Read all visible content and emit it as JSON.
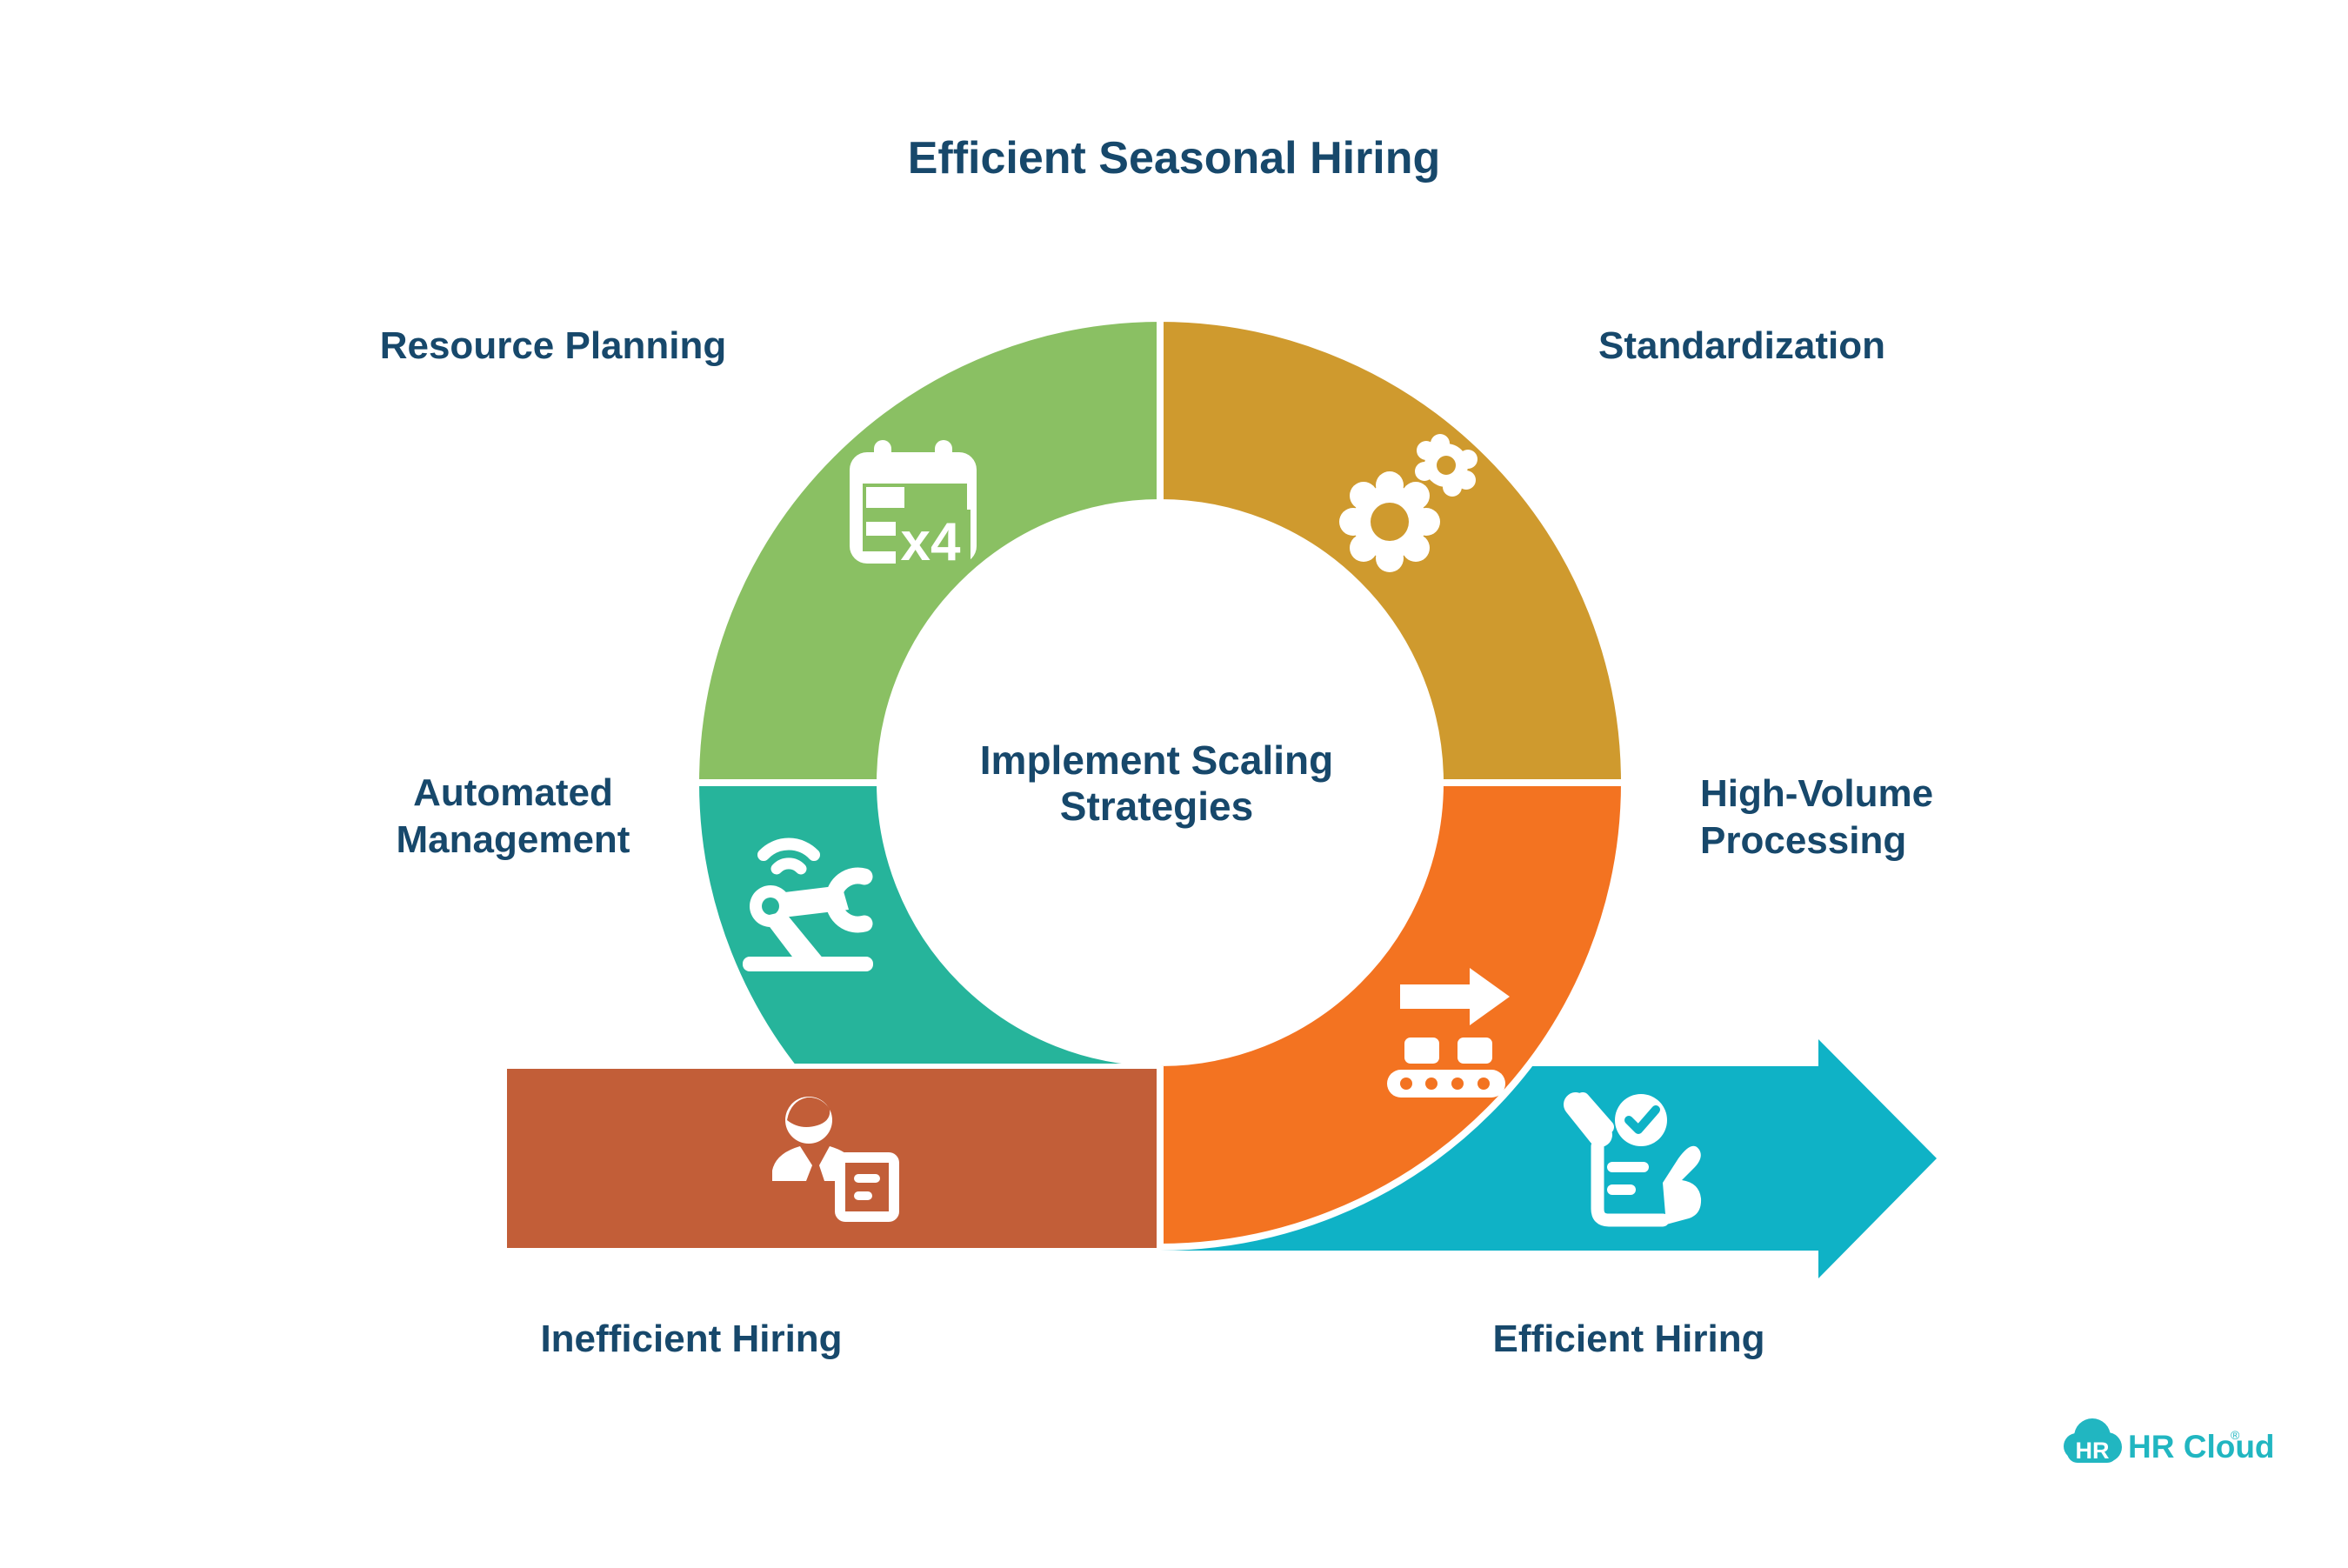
{
  "title": "Efficient Seasonal Hiring",
  "center_label": "Implement Scaling Strategies",
  "colors": {
    "navy": "#17486B",
    "background": "#FFFFFF",
    "divider": "#FFFFFF"
  },
  "segments": [
    {
      "label": "Resource Planning",
      "color": "#8AC063",
      "icon": "calendar-x4-icon",
      "icon_text": "x4"
    },
    {
      "label": "Standardization",
      "color": "#CF9A2E",
      "icon": "gears-icon"
    },
    {
      "label": "Automated Management",
      "color": "#26B49B",
      "icon": "robot-arm-icon"
    },
    {
      "label": "High-Volume Processing",
      "color": "#F37321",
      "icon": "conveyor-icon"
    }
  ],
  "flow_arrow": {
    "inefficient": {
      "label": "Inefficient Hiring",
      "color": "#C25E38",
      "icon": "person-document-icon"
    },
    "efficient": {
      "label": "Efficient Hiring",
      "color": "#0FB2C6",
      "icon": "checklist-hand-icon"
    }
  },
  "logo": {
    "badge": "HR",
    "name": "HR Cloud",
    "mark": "®",
    "color": "#21B6C1"
  }
}
